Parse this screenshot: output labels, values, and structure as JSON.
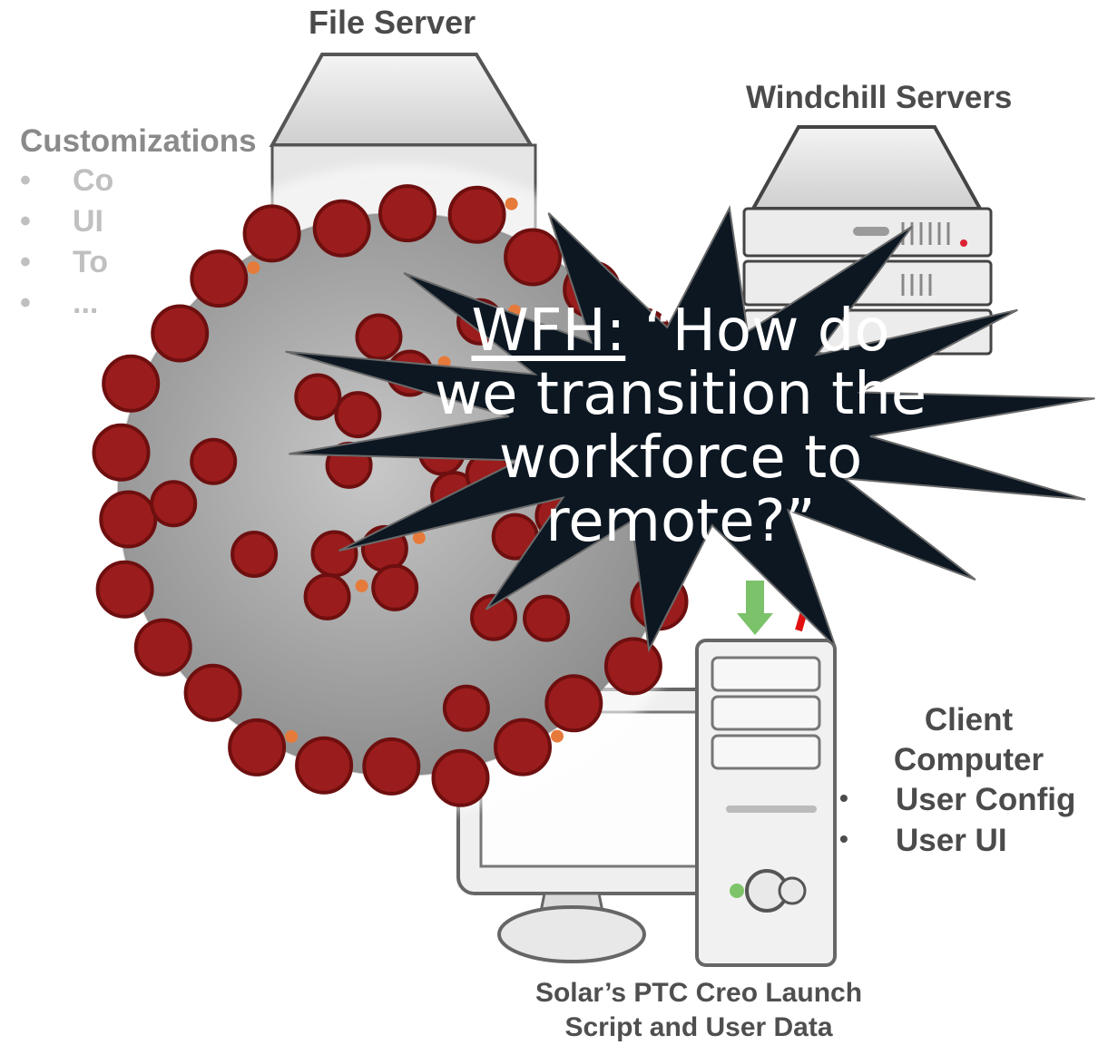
{
  "file_server": {
    "title": "File Server"
  },
  "windchill_servers": {
    "title": "Windchill Servers"
  },
  "customizations": {
    "title": "Customizations",
    "items": [
      {
        "bullet": "•",
        "text": "Co"
      },
      {
        "bullet": "•",
        "text": "UI"
      },
      {
        "bullet": "•",
        "text": "To"
      },
      {
        "bullet": "•",
        "text": "..."
      }
    ]
  },
  "client_computer": {
    "title": "Client Computer",
    "items": [
      {
        "bullet": "•",
        "text": "User Config"
      },
      {
        "bullet": "•",
        "text": "User UI"
      }
    ]
  },
  "caption": {
    "text": "Solar’s PTC Creo Launch Script and User Data"
  },
  "callout": {
    "lead": "WFH:",
    "rest": " “How do we transition the workforce to remote?”"
  },
  "colors": {
    "callout_fill": "#0c1722",
    "callout_text": "#ffffff",
    "virus_red": "#9b1c1c",
    "virus_grey": "#a7a7a7",
    "arrow_green": "#7bc26a",
    "arrow_red": "#e01010"
  },
  "icons": [
    "file-server-icon",
    "server-rack-icon",
    "desktop-computer-icon",
    "virus-image"
  ]
}
